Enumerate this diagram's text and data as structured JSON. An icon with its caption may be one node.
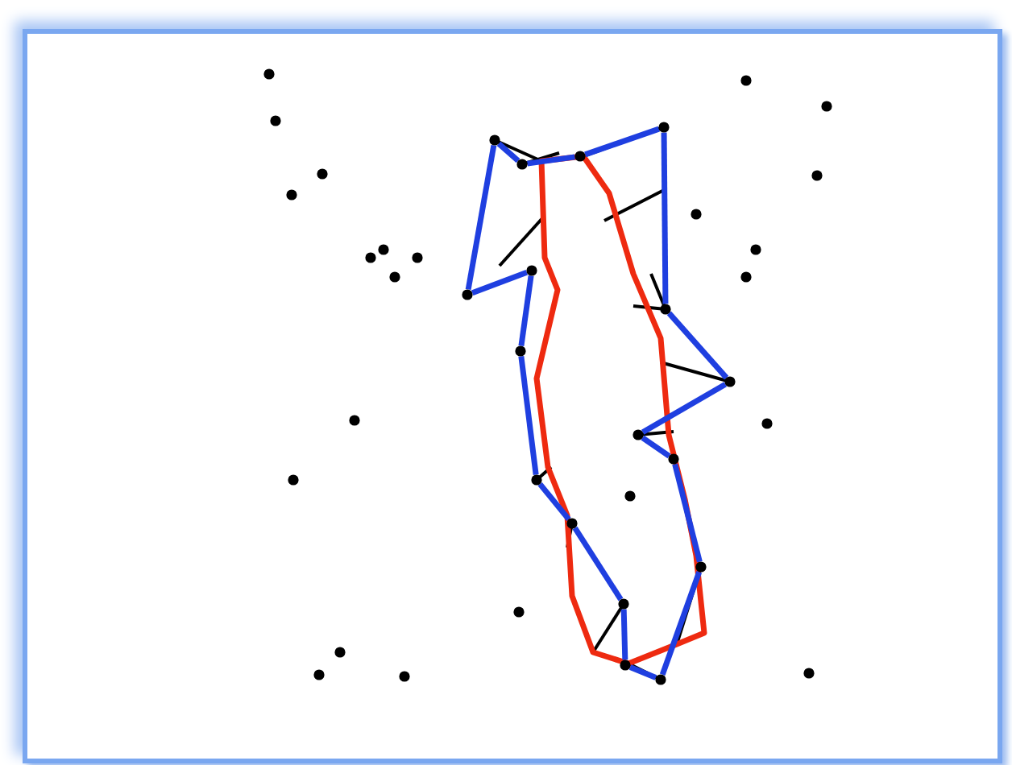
{
  "diagram": {
    "nodes": [
      {
        "text": [],
        "shape": "circle"
      },
      {
        "text": [],
        "shape": "circle"
      },
      {
        "text": [],
        "shape": "circle"
      },
      {
        "text": [],
        "shape": "circle"
      },
      {
        "text": [],
        "shape": "circle"
      },
      {
        "text": [],
        "shape": "circle"
      },
      {
        "text": [],
        "shape": "circle"
      },
      {
        "text": [],
        "shape": "circle"
      },
      {
        "text": [],
        "shape": "circle"
      },
      {
        "text": [],
        "shape": "circle"
      },
      {
        "text": [],
        "shape": "circle"
      },
      {
        "text": [],
        "shape": "circle"
      },
      {
        "text": [],
        "shape": "circle"
      },
      {
        "text": [],
        "shape": "circle"
      },
      {
        "text": [],
        "shape": "circle"
      },
      {
        "text": [],
        "shape": "circle"
      },
      {
        "text": [],
        "shape": "circle"
      }
    ],
    "edges": [
      {
        "from": 0,
        "to": 1,
        "arrow": "none"
      },
      {
        "from": 1,
        "to": 2,
        "arrow": "none"
      },
      {
        "from": 2,
        "to": 3,
        "arrow": "none"
      },
      {
        "from": 3,
        "to": 4,
        "arrow": "none"
      },
      {
        "from": 4,
        "to": 5,
        "arrow": "none"
      },
      {
        "from": 5,
        "to": 6,
        "arrow": "none"
      },
      {
        "from": 6,
        "to": 7,
        "arrow": "none"
      },
      {
        "from": 7,
        "to": 8,
        "arrow": "none"
      },
      {
        "from": 8,
        "to": 9,
        "arrow": "none"
      },
      {
        "from": 9,
        "to": 10,
        "arrow": "none"
      },
      {
        "from": 10,
        "to": 11,
        "arrow": "none"
      },
      {
        "from": 11,
        "to": 12,
        "arrow": "none"
      },
      {
        "from": 12,
        "to": 13,
        "arrow": "none"
      },
      {
        "from": 13,
        "to": 14,
        "arrow": "none"
      },
      {
        "from": 14,
        "to": 15,
        "arrow": "none"
      },
      {
        "from": 15,
        "to": 16,
        "arrow": "none"
      },
      {
        "from": 16,
        "to": 0,
        "arrow": "none"
      }
    ]
  }
}
